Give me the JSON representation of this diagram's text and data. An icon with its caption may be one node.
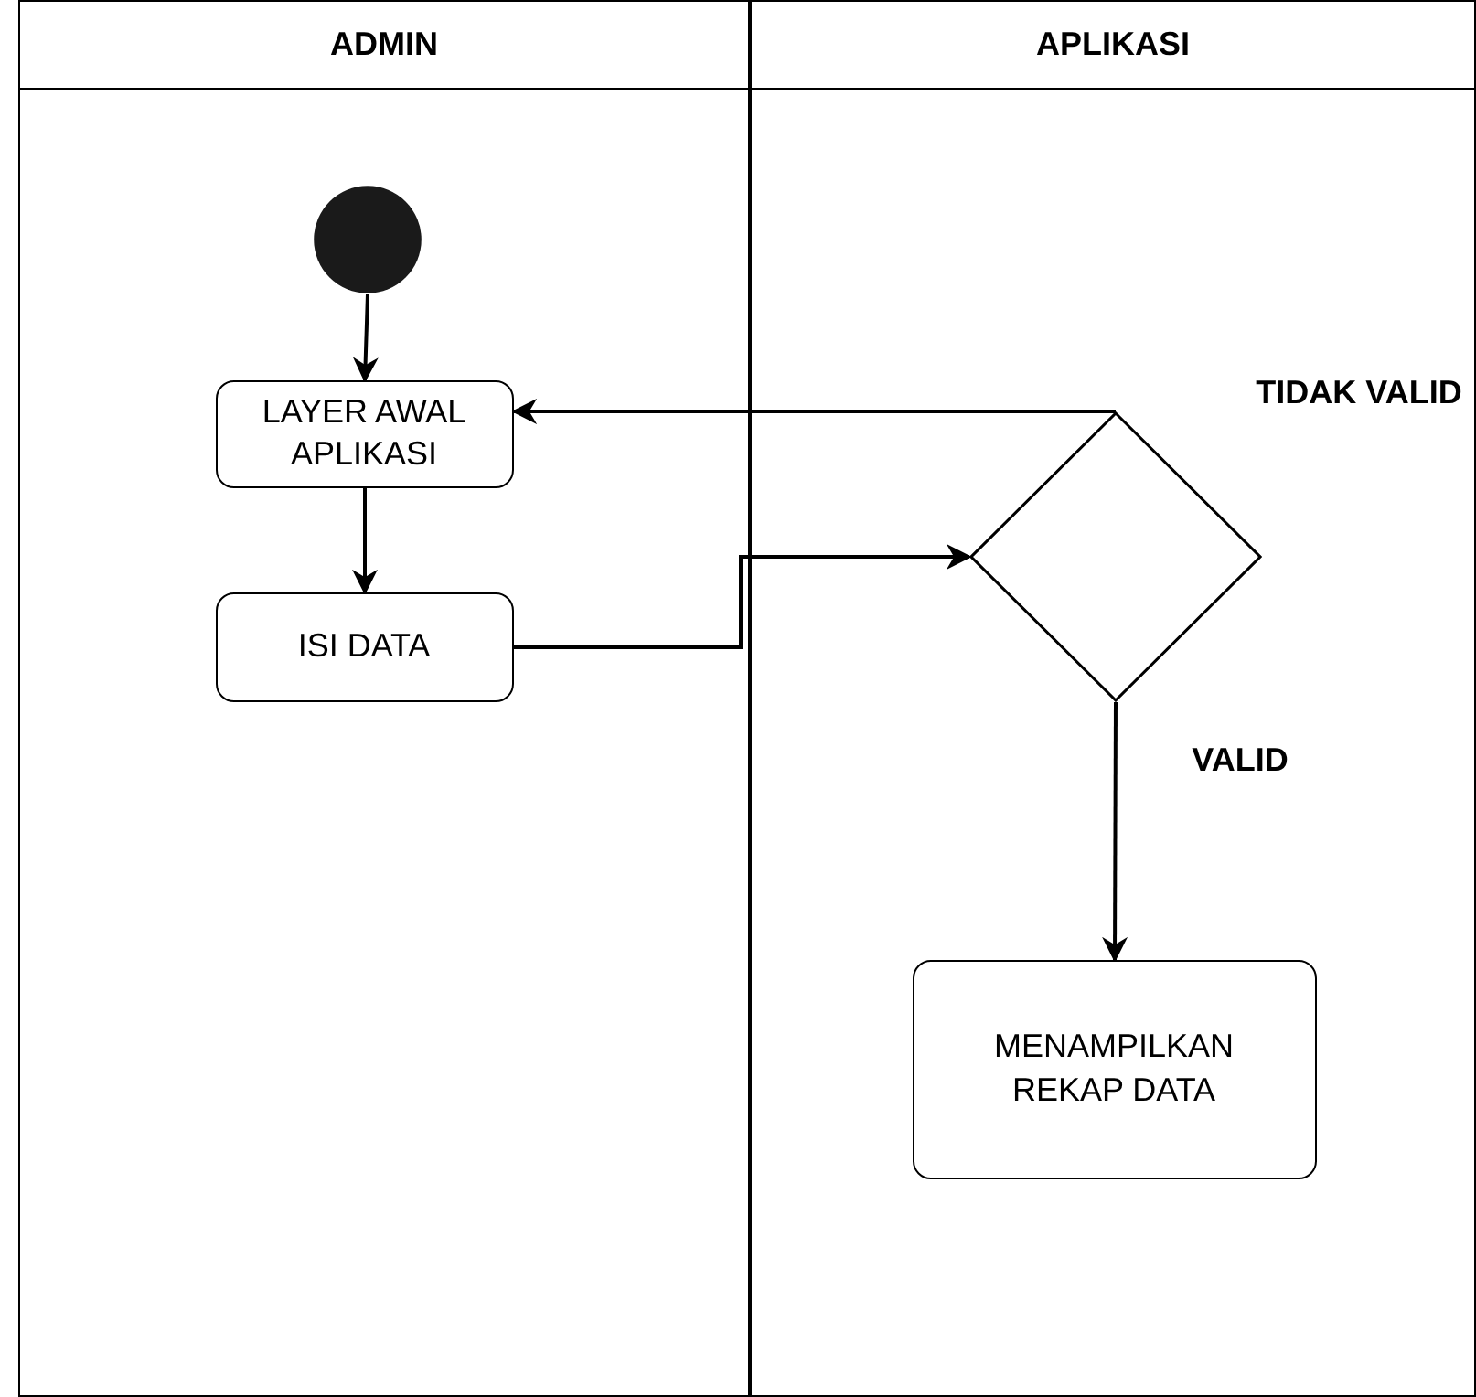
{
  "diagram": {
    "nodes": [
      {
        "text": [
          "ADMIN"
        ]
      },
      {
        "text": [
          "APLIKASI"
        ]
      },
      {
        "text": [],
        "shape": "circle",
        "in": 0
      },
      {
        "text": [
          "LAYER AWAL APLIKASI"
        ],
        "in": 0
      },
      {
        "text": [
          "ISI DATA"
        ],
        "in": 0
      },
      {
        "text": [],
        "shape": "diamond",
        "in": 1
      },
      {
        "text": [
          "MENAMPILKAN REKAP DATA"
        ],
        "in": 1
      }
    ],
    "edges": [
      {
        "from": 2,
        "to": 3,
        "arrow": "to"
      },
      {
        "from": 3,
        "to": 4,
        "arrow": "to"
      },
      {
        "from": 4,
        "to": 5,
        "arrow": "to"
      },
      {
        "from": 5,
        "to": 3,
        "arrow": "to",
        "label": "TIDAK VALID"
      },
      {
        "from": 5,
        "to": 6,
        "arrow": "to",
        "label": "VALID"
      }
    ]
  }
}
